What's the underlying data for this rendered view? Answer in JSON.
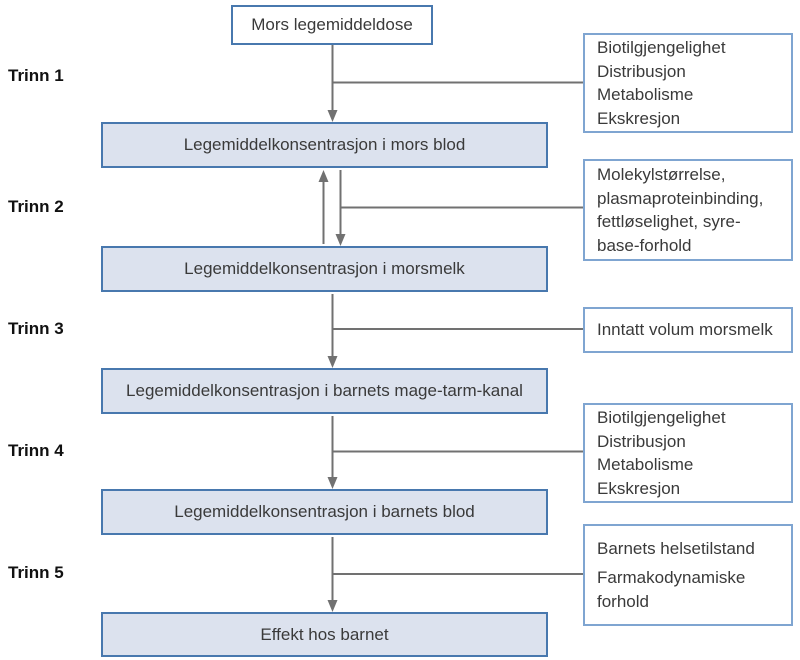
{
  "colors": {
    "main_box_border": "#4878ae",
    "main_box_fill": "#dce2ee",
    "side_box_border": "#7fa5d1",
    "side_box_fill": "#ffffff",
    "arrow": "#717171",
    "text": "#3a3a3a",
    "step_label": "#111111",
    "background": "#ffffff"
  },
  "flow": {
    "source_box": "Mors legemiddeldose",
    "main_boxes": [
      "Legemiddelkonsentrasjon i mors blod",
      "Legemiddelkonsentrasjon i morsmelk",
      "Legemiddelkonsentrasjon i barnets mage-tarm-kanal",
      "Legemiddelkonsentrasjon i barnets blod",
      "Effekt hos barnet"
    ]
  },
  "steps": [
    {
      "label": "Trinn 1",
      "factors": "Biotilgjengelighet\nDistribusjon\nMetabolisme\nEkskresjon"
    },
    {
      "label": "Trinn 2",
      "factors": "Molekylstørrelse,\nplasmaproteinbinding,\nfettløselighet, syre-\nbase-forhold"
    },
    {
      "label": "Trinn 3",
      "factors": "Inntatt volum morsmelk"
    },
    {
      "label": "Trinn 4",
      "factors": "Biotilgjengelighet\nDistribusjon\nMetabolisme\nEkskresjon"
    },
    {
      "label": "Trinn 5",
      "factors_p1": "Barnets helsetilstand",
      "factors_p2": "Farmakodynamiske\nforhold"
    }
  ]
}
